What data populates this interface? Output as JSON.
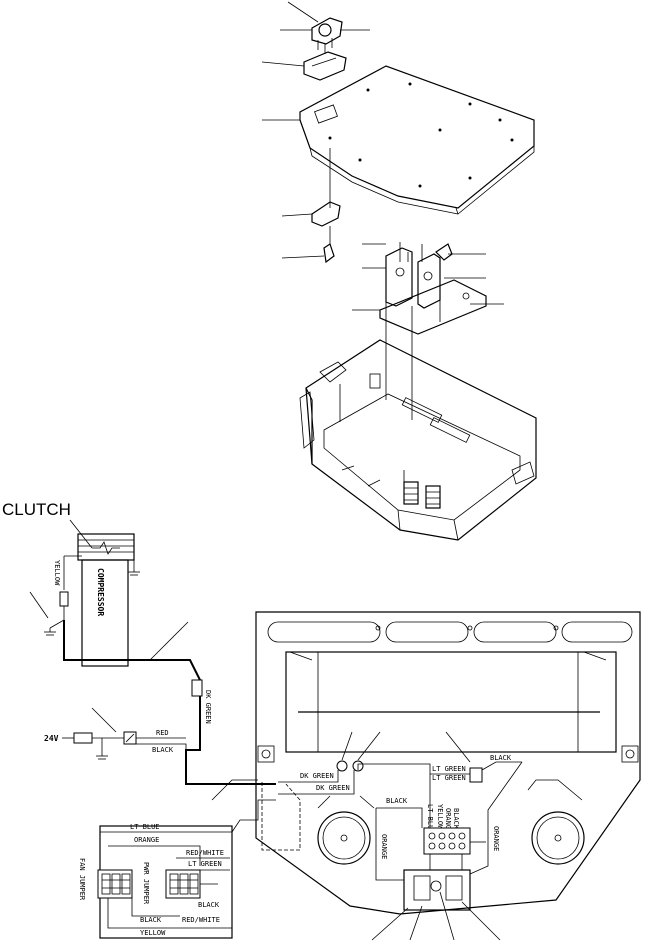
{
  "labels": {
    "clutch": "CLUTCH",
    "compressor": "COMPRESSOR",
    "yellow_comp": "YELLOW",
    "dk_green_main": "DK GREEN",
    "red": "RED",
    "black_left": "BLACK",
    "v24": "24V",
    "lt_blue_box": "LT BLUE",
    "orange_box": "ORANGE",
    "red_white_top": "RED/WHITE",
    "lt_green_box": "LT GREEN",
    "black_box_right": "BLACK",
    "black_box_bottom": "BLACK",
    "red_white_bottom": "RED/WHITE",
    "yellow_box": "YELLOW",
    "fan_jumper": "FAN JUMPER",
    "pwr_jumper": "PWR JUMPER",
    "dk_green_1": "DK GREEN",
    "dk_green_2": "DK GREEN",
    "lt_green_panel": "LT GREEN",
    "lt_green_panel_2": "LT GREEN",
    "black_panel_top": "BLACK",
    "black_panel_mid": "BLACK",
    "lt_blue_panel": "LT BLUE",
    "yellow_panel": "YELLOW",
    "black_term": "BLACK",
    "orange_term": "ORANGE",
    "orange_right": "ORANGE",
    "orange_left": "ORANGE"
  }
}
